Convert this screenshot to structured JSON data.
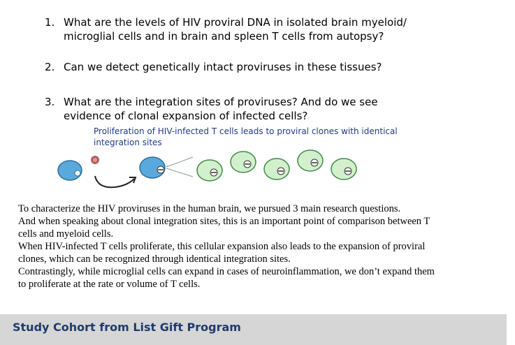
{
  "questions": [
    {
      "number": "1.",
      "text": "What are the levels of HIV proviral DNA in isolated brain myeloid/ microglial cells and in brain and spleen T cells from autopsy?"
    },
    {
      "number": "2.",
      "text": "Can we detect genetically intact proviruses in these tissues?"
    },
    {
      "number": "3.",
      "text": "What are the integration sites of proviruses? And do we see evidence of clonal expansion of infected cells?"
    }
  ],
  "diagram": {
    "caption": "Proliferation of HIV-infected T cells leads to proviral clones with identical integration sites",
    "colors": {
      "blue_cell_fill": "#5aa9dc",
      "blue_cell_stroke": "#2b6f9e",
      "green_cell_fill": "#d3f0cc",
      "green_cell_stroke": "#3f8a4a",
      "virus": "#b0605e"
    }
  },
  "narration": [
    "To characterize the HIV proviruses in the human brain, we pursued 3 main research questions.",
    "And when speaking about clonal integration sites, this is an important point of comparison between T cells and myeloid cells.",
    "When HIV-infected T cells proliferate, this cellular expansion also leads to the expansion of proviral clones, which can be recognized through identical integration sites.",
    "Contrastingly, while microglial cells can expand in cases of neuroinflammation, we don’t expand them to proliferate at the rate or volume of T cells."
  ],
  "footer": {
    "title": "Study Cohort from List Gift Program"
  }
}
